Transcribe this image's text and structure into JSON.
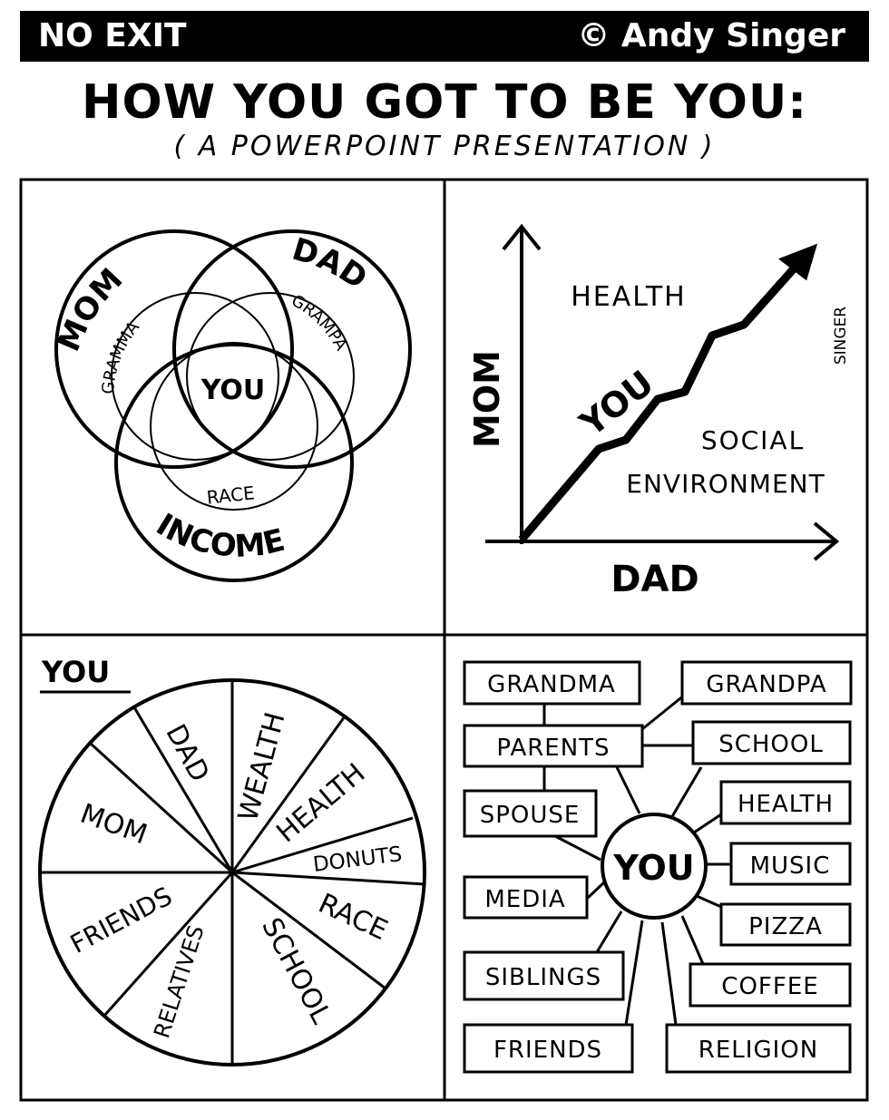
{
  "header": {
    "left": "NO EXIT",
    "right": "© Andy Singer"
  },
  "title": "HOW YOU GOT TO BE YOU:",
  "subtitle": "( A POWERPOINT PRESENTATION )",
  "venn": {
    "circles": [
      "MOM",
      "DAD",
      "INCOME"
    ],
    "inner": [
      "GRAMMA",
      "GRAMPA",
      "RACE"
    ],
    "center": "YOU"
  },
  "graph": {
    "region_above": "HEALTH",
    "line_label": "YOU",
    "region_below_1": "SOCIAL",
    "region_below_2": "ENVIRONMENT",
    "ylabel": "MOM",
    "xlabel": "DAD",
    "signature": "SINGER"
  },
  "pie": {
    "title": "YOU",
    "slices": [
      "DAD",
      "WEALTH",
      "HEALTH",
      "DONUTS",
      "RACE",
      "SCHOOL",
      "RELATIVES",
      "FRIENDS",
      "MOM"
    ]
  },
  "network": {
    "center": "YOU",
    "nodes": [
      "GRANDMA",
      "GRANDPA",
      "PARENTS",
      "SCHOOL",
      "HEALTH",
      "SPOUSE",
      "MUSIC",
      "MEDIA",
      "PIZZA",
      "SIBLINGS",
      "COFFEE",
      "FRIENDS",
      "RELIGION"
    ]
  }
}
